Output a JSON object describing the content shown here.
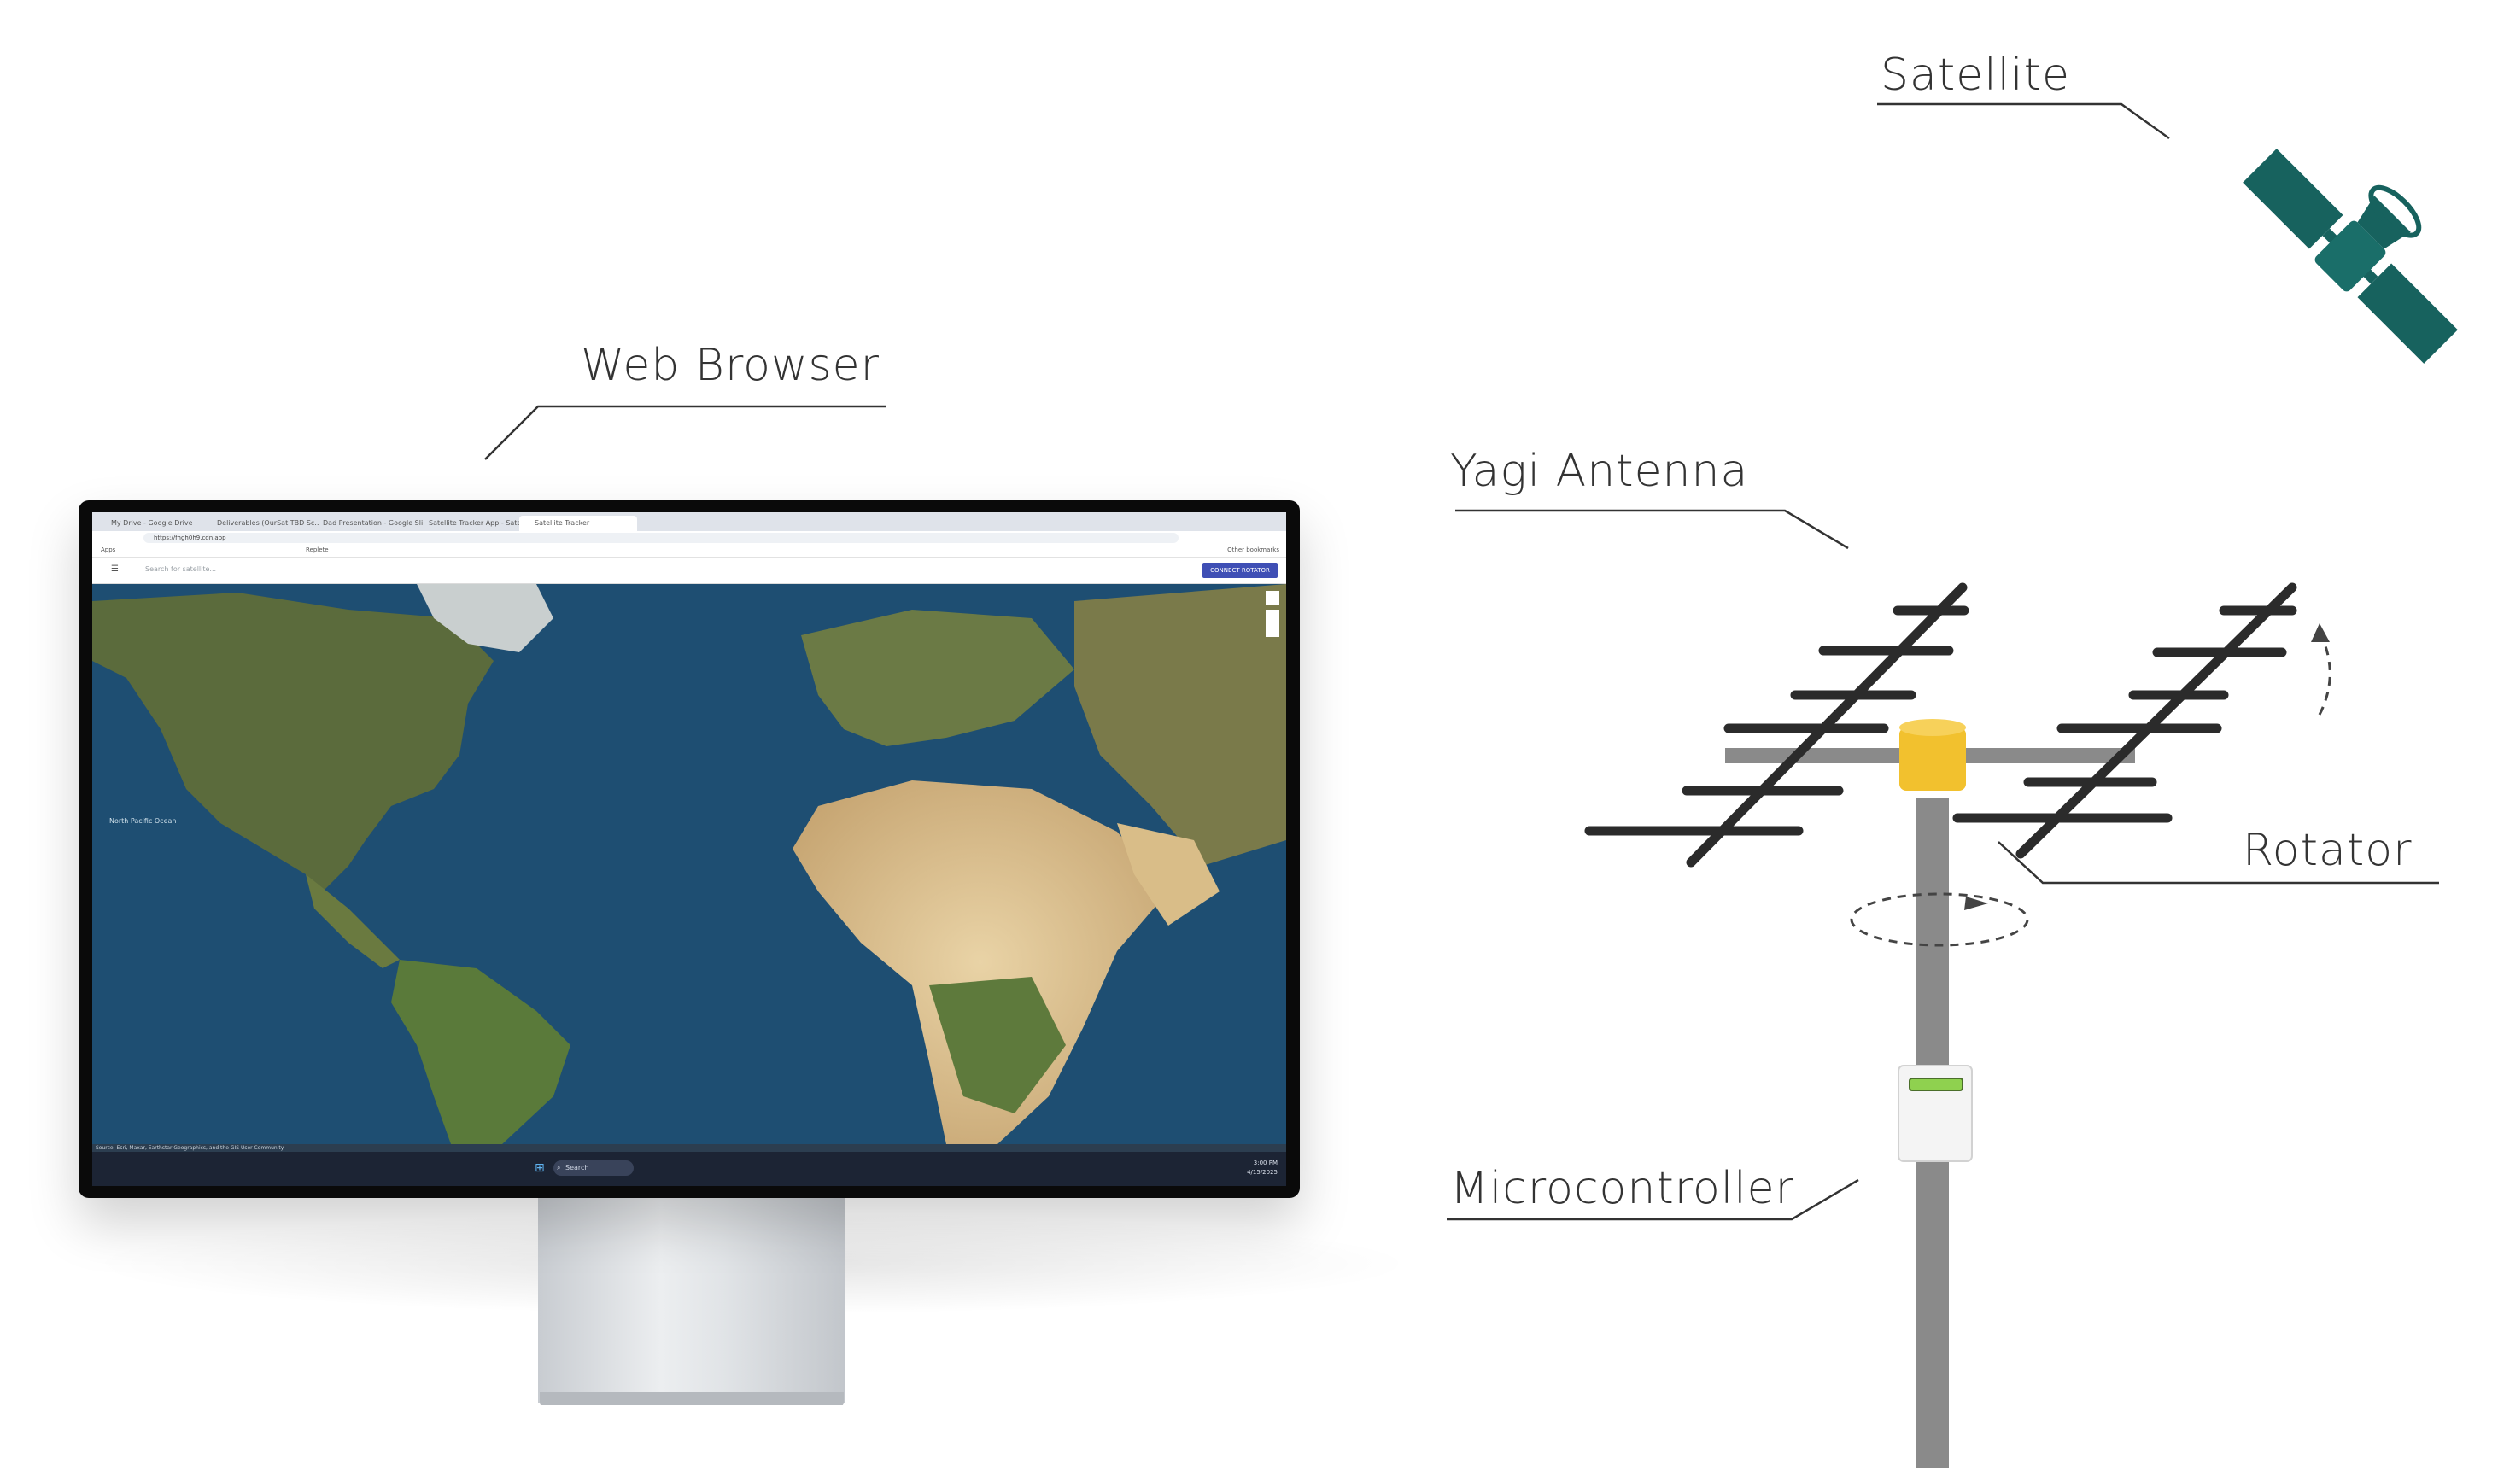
{
  "labels": {
    "satellite": "Satellite",
    "web_browser": "Web Browser",
    "yagi_antenna": "Yagi Antenna",
    "rotator": "Rotator",
    "microcontroller": "Microcontroller"
  },
  "browser": {
    "tabs": [
      {
        "label": "My Drive - Google Drive"
      },
      {
        "label": "Deliverables (OurSat TBD Sc…"
      },
      {
        "label": "Dad Presentation - Google Sli…"
      },
      {
        "label": "Satellite Tracker App - Satellite…"
      },
      {
        "label": "Satellite Tracker"
      }
    ],
    "url": "https://fhgh0h9.cdn.app",
    "bookmarks": [
      "Apps",
      "Replete"
    ],
    "other_bookmarks": "Other bookmarks"
  },
  "app": {
    "search_placeholder": "Search for satellite...",
    "connect_button": "CONNECT ROTATOR",
    "map_ocean_label": "North Pacific Ocean",
    "map_attribution": "Source: Esri, Maxar, Earthstar Geographics, and the GIS User Community"
  },
  "taskbar": {
    "search": "Search",
    "time": "3:00 PM",
    "date": "4/15/2025"
  },
  "colors": {
    "line_color": "#333333",
    "antenna_color": "#2b2b2b",
    "rotator_color": "#f2c12e",
    "mast_color": "#8a8a8a",
    "satellite_color": "#17625e",
    "status_led_color": "#8fd14f"
  },
  "icons": [
    "satellite-icon",
    "rotation-arrow-icon",
    "search-icon",
    "windows-start-icon"
  ]
}
